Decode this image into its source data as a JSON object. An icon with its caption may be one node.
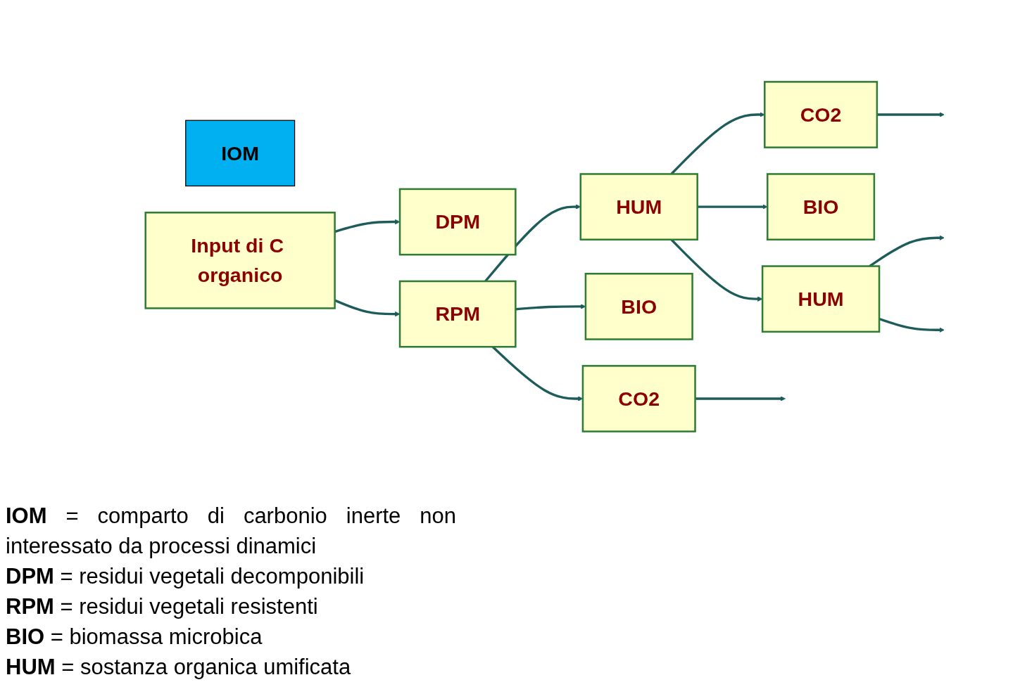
{
  "diagram": {
    "nodes": [
      {
        "text": [
          "IOM"
        ]
      },
      {
        "text": [
          "DPM"
        ]
      },
      {
        "text": [
          "Input di C organico"
        ]
      },
      {
        "text": [
          "CO2"
        ]
      },
      {
        "text": [
          "RPM"
        ]
      },
      {
        "text": [
          "BIO"
        ]
      },
      {
        "text": [
          "CO2"
        ]
      },
      {
        "text": [
          "HUM"
        ]
      },
      {
        "text": [
          "BIO"
        ]
      },
      {
        "text": [
          "HUM"
        ]
      }
    ],
    "edges": [
      {
        "from": 2,
        "to": 1,
        "arrow": "to"
      },
      {
        "from": 2,
        "to": 4,
        "arrow": "to"
      },
      {
        "from": 4,
        "to": 3,
        "arrow": "to"
      },
      {
        "from": 4,
        "to": 5,
        "arrow": "to"
      },
      {
        "from": 4,
        "to": 7,
        "arrow": "to"
      },
      {
        "from": 3,
        "to": null,
        "arrow": "to"
      },
      {
        "from": 7,
        "to": 6,
        "arrow": "to"
      },
      {
        "from": 7,
        "to": 8,
        "arrow": "to"
      },
      {
        "from": 7,
        "to": 9,
        "arrow": "to"
      },
      {
        "from": 6,
        "to": null,
        "arrow": "to"
      },
      {
        "from": 9,
        "to": null,
        "arrow": "to"
      },
      {
        "from": 9,
        "to": null,
        "arrow": "to"
      }
    ],
    "labels": [
      "**IOM** = comparto di carbonio inerte non interessato da processi dinamici",
      "**DPM** = residui vegetali decomponibili",
      "**RPM** = residui vegetali resistenti",
      "**BIO** = biomassa microbica",
      "**HUM** = sostanza organica umificata"
    ]
  }
}
